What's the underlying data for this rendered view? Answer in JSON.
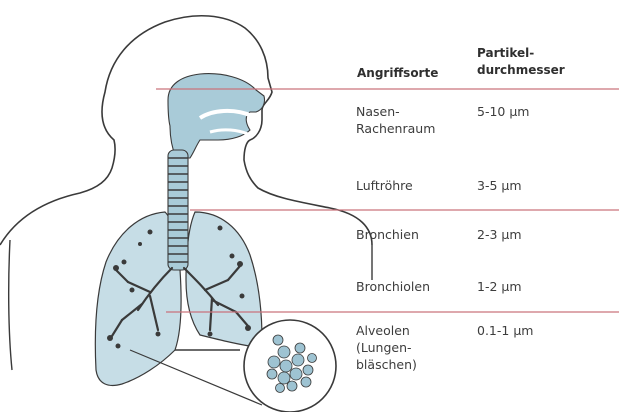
{
  "table": {
    "header_site": "Angriffsorte",
    "header_size": "Partikel-\ndurchmesser",
    "rows": [
      {
        "site": "Nasen-\nRachenraum",
        "size": "5-10 µm"
      },
      {
        "site": "Luftröhre",
        "size": "3-5 µm"
      },
      {
        "site": "Bronchien",
        "size": "2-3 µm"
      },
      {
        "site": "Bronchiolen",
        "size": "1-2 µm"
      },
      {
        "site": "Alveolen\n(Lungen-\nbläschen)",
        "size": "0.1-1 µm"
      }
    ]
  },
  "colors": {
    "outline": "#3a3a3a",
    "lung_fill": "#c6dde6",
    "airway_fill": "#a9cbd8",
    "divider": "#c9737c"
  }
}
